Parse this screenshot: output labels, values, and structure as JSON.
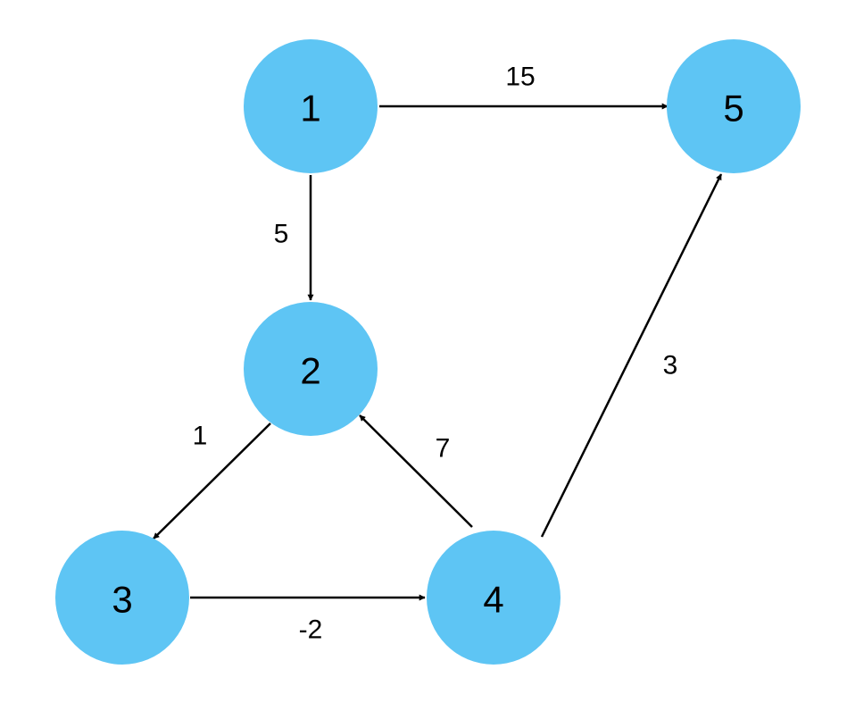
{
  "colors": {
    "node": "#5ec5f4",
    "edge": "#000000",
    "negative_label": "#e8453c"
  },
  "nodes": [
    {
      "id": "1",
      "label": "1"
    },
    {
      "id": "2",
      "label": "2"
    },
    {
      "id": "3",
      "label": "3"
    },
    {
      "id": "4",
      "label": "4"
    },
    {
      "id": "5",
      "label": "5"
    }
  ],
  "edges": [
    {
      "from": "1",
      "to": "5",
      "weight": "15"
    },
    {
      "from": "1",
      "to": "2",
      "weight": "5"
    },
    {
      "from": "2",
      "to": "3",
      "weight": "1"
    },
    {
      "from": "4",
      "to": "2",
      "weight": "7"
    },
    {
      "from": "4",
      "to": "5",
      "weight": "3"
    },
    {
      "from": "3",
      "to": "4",
      "weight": "-2",
      "highlight": "negative_label"
    }
  ]
}
